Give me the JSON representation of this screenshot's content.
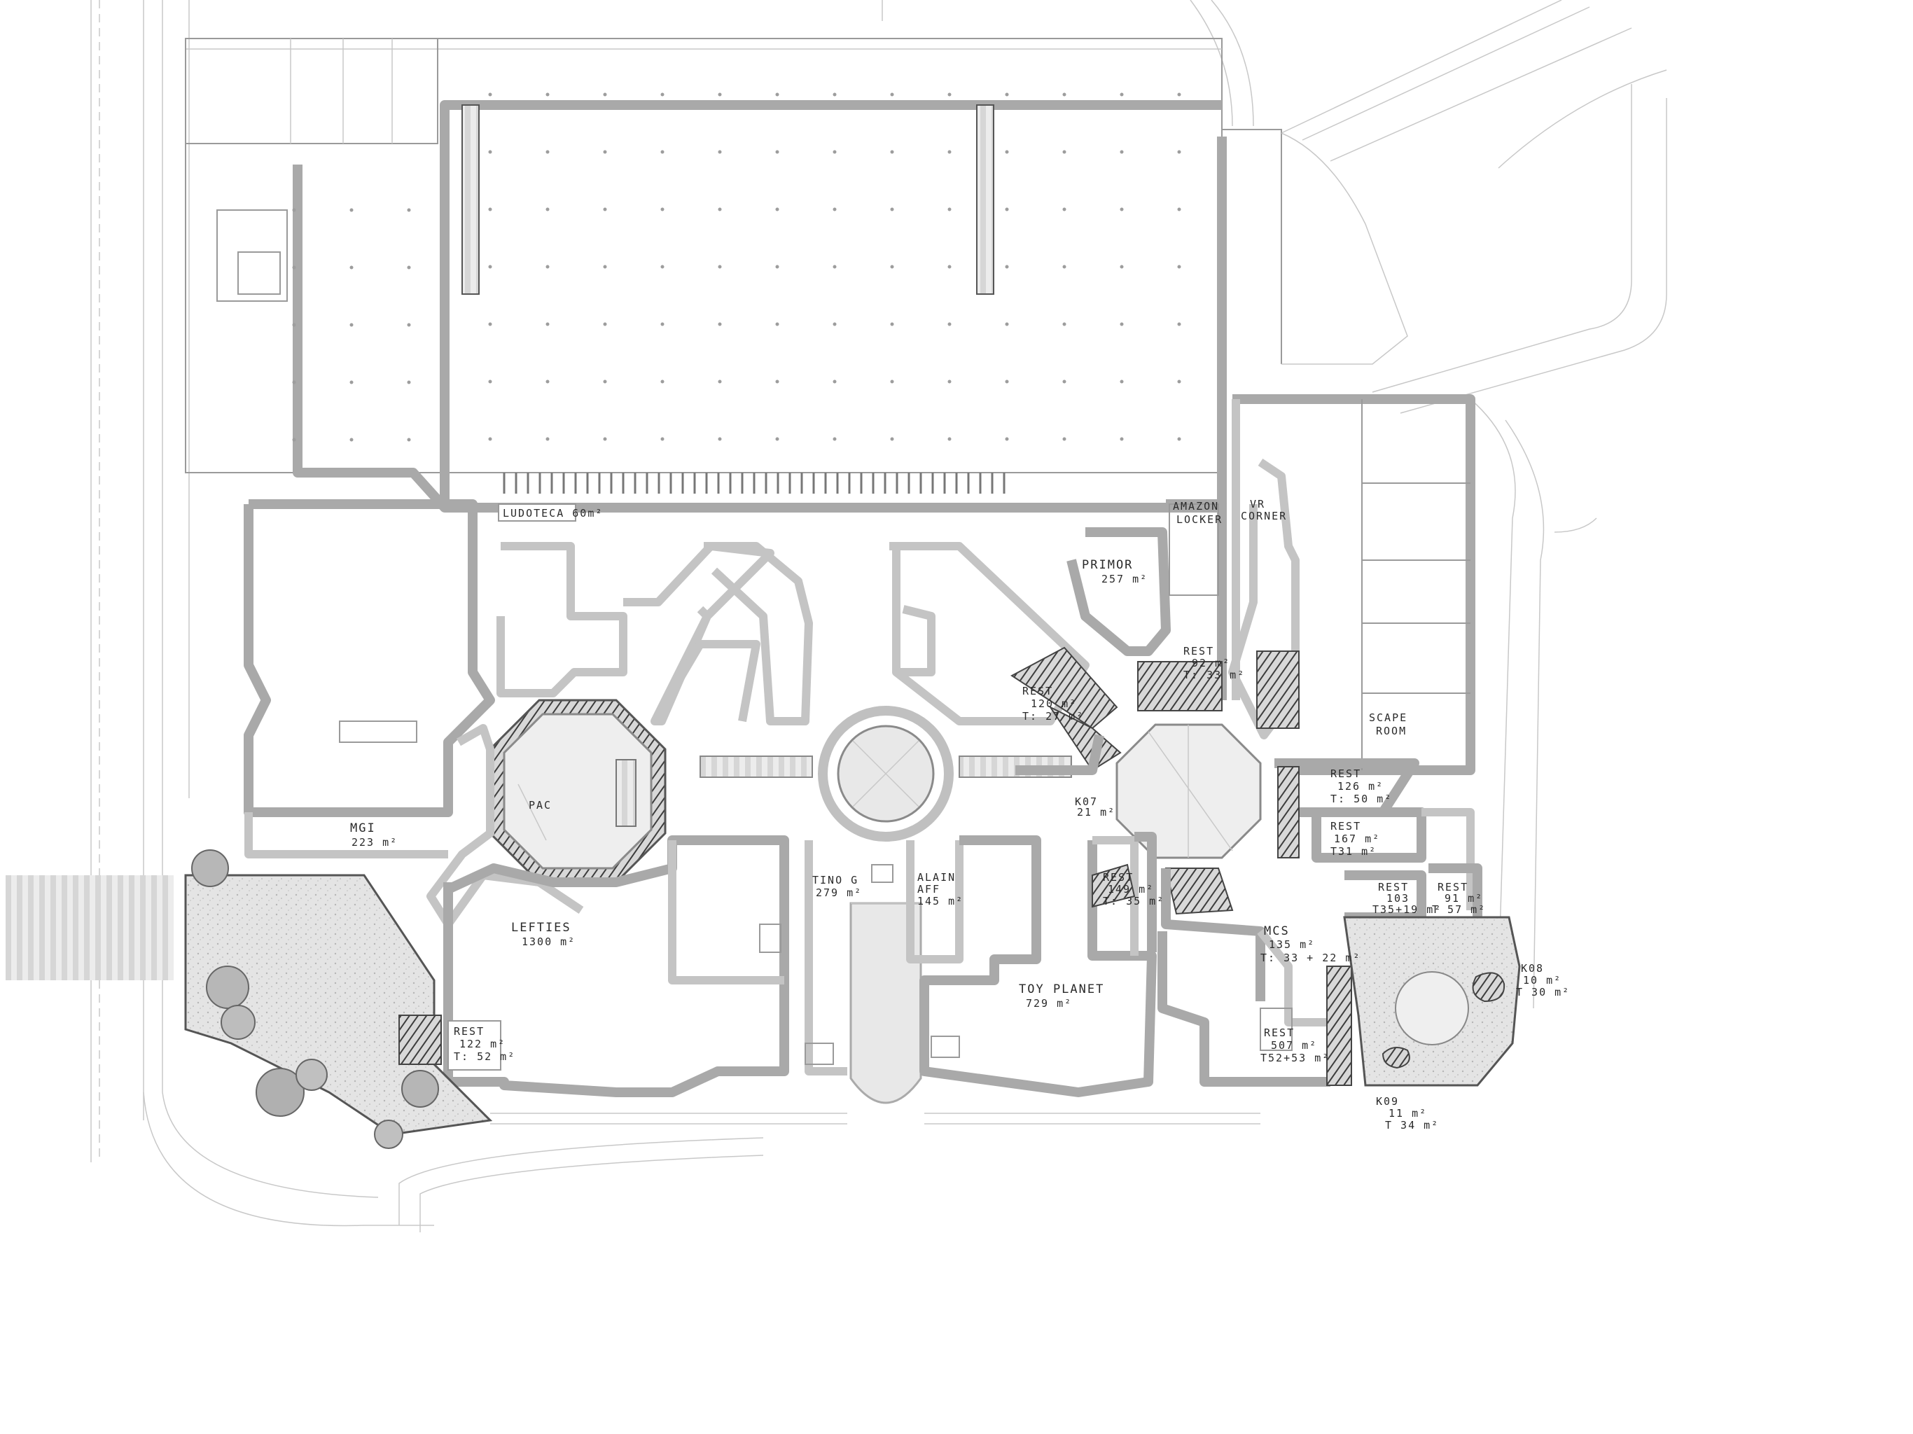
{
  "plan": {
    "units": [
      {
        "id": "ludoteca",
        "name": "LUDOTECA",
        "area": "60m²"
      },
      {
        "id": "primor",
        "name": "PRIMOR",
        "area": "257 m²"
      },
      {
        "id": "amazon",
        "name": "AMAZON",
        "sub": "LOCKER"
      },
      {
        "id": "vr",
        "name": "VR",
        "sub": "CORNER"
      },
      {
        "id": "rest92",
        "name": "REST",
        "area": "92 m²",
        "terrace": "T: 33 m²"
      },
      {
        "id": "rest120",
        "name": "REST",
        "area": "120 m²",
        "terrace": "T: 27 m²"
      },
      {
        "id": "scape",
        "name": "SCAPE",
        "sub": "ROOM"
      },
      {
        "id": "pac",
        "name": "PAC"
      },
      {
        "id": "mgi",
        "name": "MGI",
        "area": "223 m²"
      },
      {
        "id": "k07",
        "name": "K07",
        "area": "21 m²"
      },
      {
        "id": "rest126",
        "name": "REST",
        "area": "126 m²",
        "terrace": "T: 50 m²"
      },
      {
        "id": "rest167",
        "name": "REST",
        "area": "167 m²",
        "terrace": "T31 m²"
      },
      {
        "id": "tino",
        "name": "TINO G",
        "area": "279 m²"
      },
      {
        "id": "alain",
        "name": "ALAIN",
        "sub": "AFF",
        "area": "145 m²"
      },
      {
        "id": "rest149",
        "name": "REST",
        "area": "149 m²",
        "terrace": "T: 35 m²"
      },
      {
        "id": "rest103",
        "name": "REST",
        "area": "103",
        "terrace": "T35+19 m²"
      },
      {
        "id": "rest91",
        "name": "REST",
        "area": "91 m²",
        "terrace": "T 57 m²"
      },
      {
        "id": "lefties",
        "name": "LEFTIES",
        "area": "1300 m²"
      },
      {
        "id": "mcs",
        "name": "MCS",
        "area": "135 m²",
        "terrace": "T: 33 + 22 m²"
      },
      {
        "id": "k08",
        "name": "K08",
        "area": "10 m²",
        "terrace": "T 30 m²"
      },
      {
        "id": "toyplanet",
        "name": "TOY PLANET",
        "area": "729 m²"
      },
      {
        "id": "rest122",
        "name": "REST",
        "area": "122 m²",
        "terrace": "T: 52 m²"
      },
      {
        "id": "rest507",
        "name": "REST",
        "area": "507 m²",
        "terrace": "T52+53 m²"
      },
      {
        "id": "k09",
        "name": "K09",
        "area": "11 m²",
        "terrace": "T 34 m²"
      }
    ],
    "colors": {
      "wall": "#a9a9a9",
      "line": "#9a9a9a",
      "hatch": "#555555",
      "plaza": "#e6e6e6"
    }
  }
}
